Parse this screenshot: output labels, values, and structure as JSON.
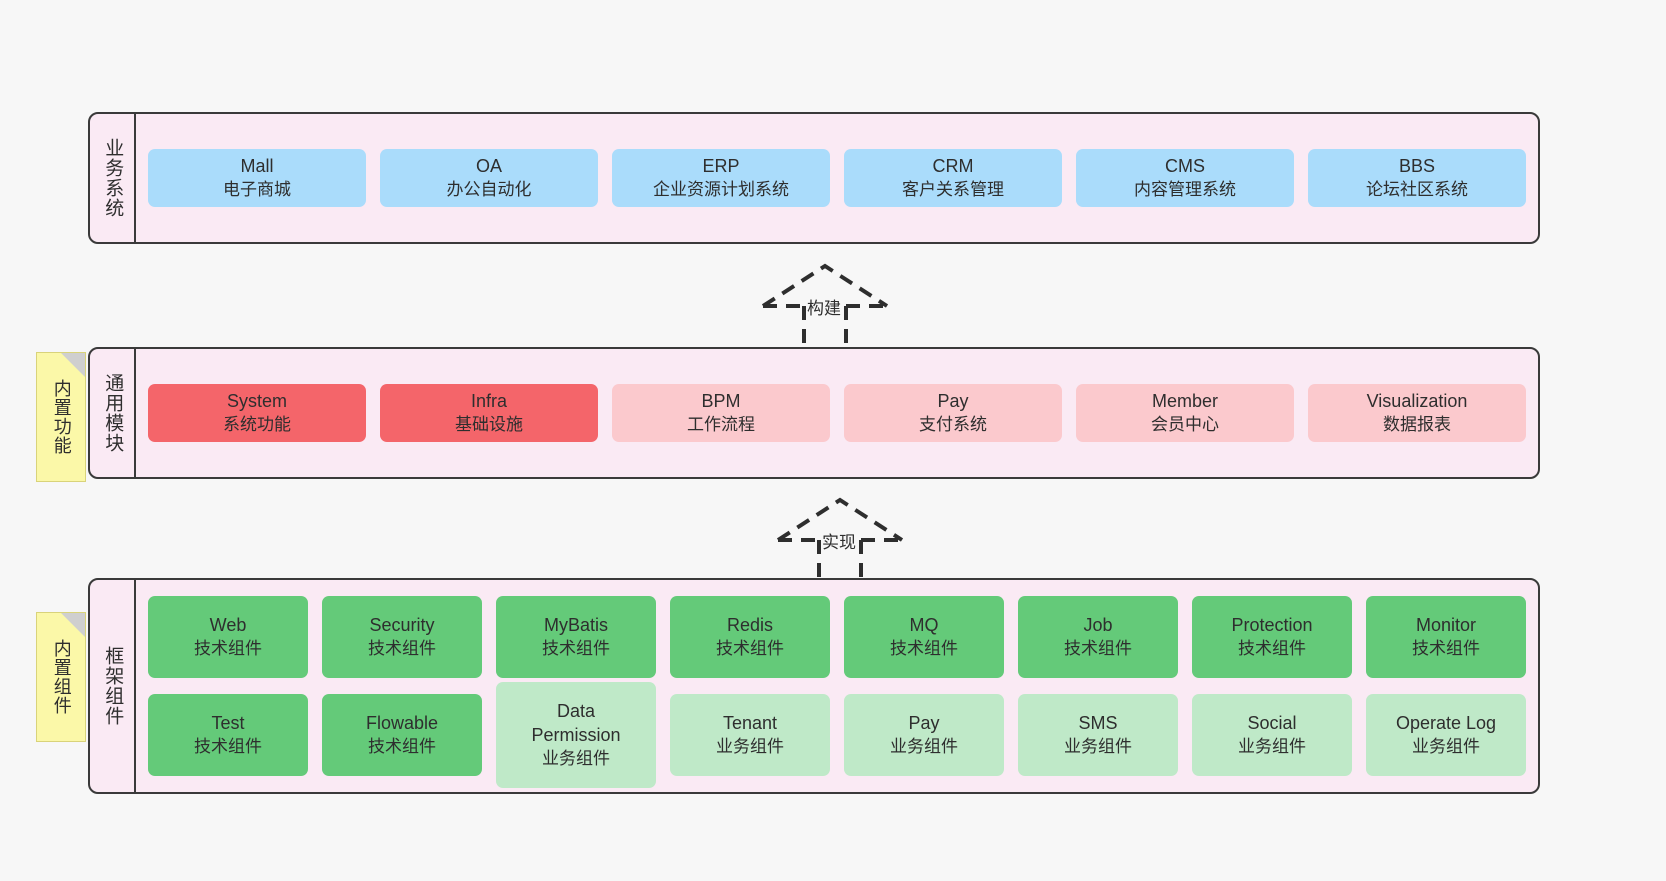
{
  "colors": {
    "background": "#f7f7f7",
    "layer_bg": "#faeaf4",
    "layer_border": "#3a3a3a",
    "business_card": "#aadcfb",
    "module_core": "#f4656a",
    "module_pale": "#fbc9cd",
    "tech_component": "#64ca79",
    "biz_component": "#bfe9c8",
    "note": "#fbf8a8",
    "note_fold": "#cfcfcf"
  },
  "layers": [
    {
      "id": "business-system",
      "title": "业务系统",
      "cards": [
        {
          "name": "Mall",
          "desc": "电子商城"
        },
        {
          "name": "OA",
          "desc": "办公自动化"
        },
        {
          "name": "ERP",
          "desc": "企业资源计划系统"
        },
        {
          "name": "CRM",
          "desc": "客户关系管理"
        },
        {
          "name": "CMS",
          "desc": "内容管理系统"
        },
        {
          "name": "BBS",
          "desc": "论坛社区系统"
        }
      ]
    },
    {
      "id": "common-module",
      "title": "通用模块",
      "note": "内置功能",
      "cards": [
        {
          "name": "System",
          "desc": "系统功能",
          "style": "core"
        },
        {
          "name": "Infra",
          "desc": "基础设施",
          "style": "core"
        },
        {
          "name": "BPM",
          "desc": "工作流程",
          "style": "pale"
        },
        {
          "name": "Pay",
          "desc": "支付系统",
          "style": "pale"
        },
        {
          "name": "Member",
          "desc": "会员中心",
          "style": "pale"
        },
        {
          "name": "Visualization",
          "desc": "数据报表",
          "style": "pale"
        }
      ]
    },
    {
      "id": "framework-component",
      "title": "框架组件",
      "note": "内置组件",
      "rows": [
        [
          {
            "name": "Web",
            "desc": "技术组件",
            "style": "tech"
          },
          {
            "name": "Security",
            "desc": "技术组件",
            "style": "tech"
          },
          {
            "name": "MyBatis",
            "desc": "技术组件",
            "style": "tech"
          },
          {
            "name": "Redis",
            "desc": "技术组件",
            "style": "tech"
          },
          {
            "name": "MQ",
            "desc": "技术组件",
            "style": "tech"
          },
          {
            "name": "Job",
            "desc": "技术组件",
            "style": "tech"
          },
          {
            "name": "Protection",
            "desc": "技术组件",
            "style": "tech"
          },
          {
            "name": "Monitor",
            "desc": "技术组件",
            "style": "tech"
          }
        ],
        [
          {
            "name": "Test",
            "desc": "技术组件",
            "style": "tech"
          },
          {
            "name": "Flowable",
            "desc": "技术组件",
            "style": "tech"
          },
          {
            "name": "Data Permission",
            "desc": "业务组件",
            "style": "biz"
          },
          {
            "name": "Tenant",
            "desc": "业务组件",
            "style": "biz"
          },
          {
            "name": "Pay",
            "desc": "业务组件",
            "style": "biz"
          },
          {
            "name": "SMS",
            "desc": "业务组件",
            "style": "biz"
          },
          {
            "name": "Social",
            "desc": "业务组件",
            "style": "biz"
          },
          {
            "name": "Operate Log",
            "desc": "业务组件",
            "style": "biz"
          }
        ]
      ]
    }
  ],
  "connectors": [
    {
      "id": "build",
      "label": "构建"
    },
    {
      "id": "implement",
      "label": "实现"
    }
  ]
}
